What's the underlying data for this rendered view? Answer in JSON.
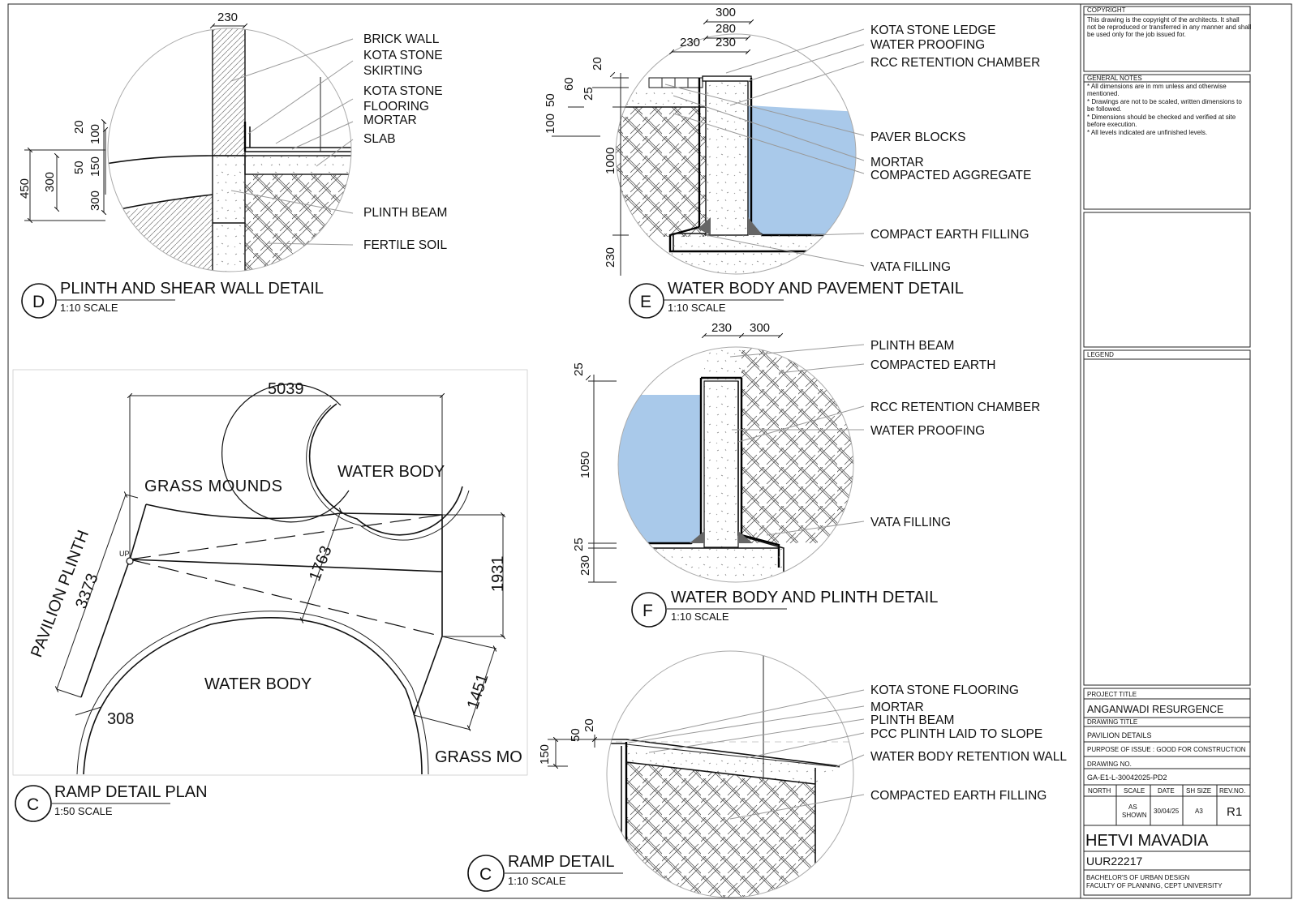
{
  "detail_d": {
    "labels": {
      "brick_wall": "BRICK WALL",
      "kota_skirting_1": "KOTA STONE",
      "kota_skirting_2": "SKIRTING",
      "kota_flooring_1": "KOTA STONE",
      "kota_flooring_2": "FLOORING",
      "mortar": "MORTAR",
      "slab": "SLAB",
      "plinth_beam": "PLINTH BEAM",
      "fertile_soil": "FERTILE SOIL"
    },
    "dims": {
      "top": "230",
      "d20": "20",
      "d100": "100",
      "d50": "50",
      "d150": "150",
      "d300a": "300",
      "d300b": "300",
      "d450": "450"
    },
    "marker": "D",
    "title": "PLINTH AND SHEAR WALL DETAIL",
    "scale": "1:10 SCALE"
  },
  "detail_e": {
    "labels": {
      "kota_ledge": "KOTA STONE LEDGE",
      "water_proofing": "WATER PROOFING",
      "rcc_chamber": "RCC RETENTION CHAMBER",
      "paver_blocks": "PAVER BLOCKS",
      "mortar": "MORTAR",
      "compacted_aggregate": "COMPACTED AGGREGATE",
      "compact_earth": "COMPACT EARTH FILLING",
      "vata_filling": "VATA FILLING"
    },
    "dims": {
      "d300": "300",
      "d280": "280",
      "d230a": "230",
      "d230b": "230",
      "d20": "20",
      "d60": "60",
      "d25": "25",
      "d50": "50",
      "d100": "100",
      "d1000": "1000",
      "d230c": "230"
    },
    "marker": "E",
    "title": "WATER BODY AND PAVEMENT DETAIL",
    "scale": "1:10 SCALE"
  },
  "detail_f": {
    "labels": {
      "plinth_beam": "PLINTH BEAM",
      "compacted_earth": "COMPACTED EARTH",
      "rcc_chamber": "RCC RETENTION CHAMBER",
      "water_proofing": "WATER PROOFING",
      "vata_filling": "VATA FILLING"
    },
    "dims": {
      "d230": "230",
      "d300": "300",
      "d25a": "25",
      "d1050": "1050",
      "d25b": "25",
      "d230b": "230"
    },
    "marker": "F",
    "title": "WATER BODY AND PLINTH DETAIL",
    "scale": "1:10 SCALE"
  },
  "ramp_plan": {
    "labels": {
      "grass_mounds": "GRASS MOUNDS",
      "water_body_top": "WATER BODY",
      "pavilion_plinth": "PAVILION PLINTH",
      "water_body_bottom": "WATER BODY",
      "grass_mo": "GRASS MO",
      "up": "UP"
    },
    "dims": {
      "d5039": "5039",
      "d3373": "3373",
      "d1763": "1763",
      "d1931": "1931",
      "d1451": "1451",
      "d308": "308"
    },
    "marker": "C",
    "title": "RAMP DETAIL PLAN",
    "scale": "1:50 SCALE"
  },
  "ramp_detail": {
    "labels": {
      "kota_flooring": "KOTA STONE FLOORING",
      "mortar": "MORTAR",
      "plinth_beam": "PLINTH BEAM",
      "pcc_plinth": "PCC PLINTH LAID TO SLOPE",
      "retention_wall": "WATER BODY RETENTION WALL",
      "compacted_earth": "COMPACTED EARTH FILLING"
    },
    "dims": {
      "d150": "150",
      "d50": "50",
      "d20": "20"
    },
    "marker": "C",
    "title": "RAMP DETAIL",
    "scale": "1:10 SCALE"
  },
  "title_block": {
    "copyright_head": "COPYRIGHT",
    "copyright_lines": [
      "This drawing is the copyright of the architects.  It shall",
      "not be reproduced or transferred in any manner and shall",
      "be used only for the job issued for."
    ],
    "notes_head": "GENERAL NOTES",
    "notes_lines": [
      "* All dimensions are in mm unless and otherwise",
      "mentioned.",
      "* Drawings are not to be scaled, written dimensions to",
      "be followed.",
      "* Dimensions should be checked and verified at site",
      "before execution.",
      "* All levels indicated are unfinished levels."
    ],
    "legend_head": "LEGEND",
    "project_title_label": "PROJECT TITLE",
    "project_title": "ANGANWADI RESURGENCE",
    "drawing_title_label": "DRAWING TITLE",
    "drawing_title": "PAVILION DETAILS",
    "purpose": "PURPOSE OF ISSUE :   GOOD FOR CONSTRUCTION",
    "drawing_no_label": "DRAWING NO.",
    "drawing_no": "GA-E1-L-30042025-PD2",
    "col_north": "NORTH",
    "col_scale": "SCALE",
    "col_date": "DATE",
    "col_size": "SH SIZE",
    "col_rev": "REV.NO.",
    "val_scale_1": "AS",
    "val_scale_2": "SHOWN",
    "val_date": "30/04/25",
    "val_size": "A3",
    "val_rev": "R1",
    "author": "HETVI MAVADIA",
    "author_id": "UUR22217",
    "program_1": "BACHELOR'S OF URBAN DESIGN",
    "program_2": "FACULTY OF PLANNING, CEPT UNIVERSITY"
  },
  "colors": {
    "water": "#a9c9ea",
    "line": "#111111",
    "leader": "#999999"
  }
}
